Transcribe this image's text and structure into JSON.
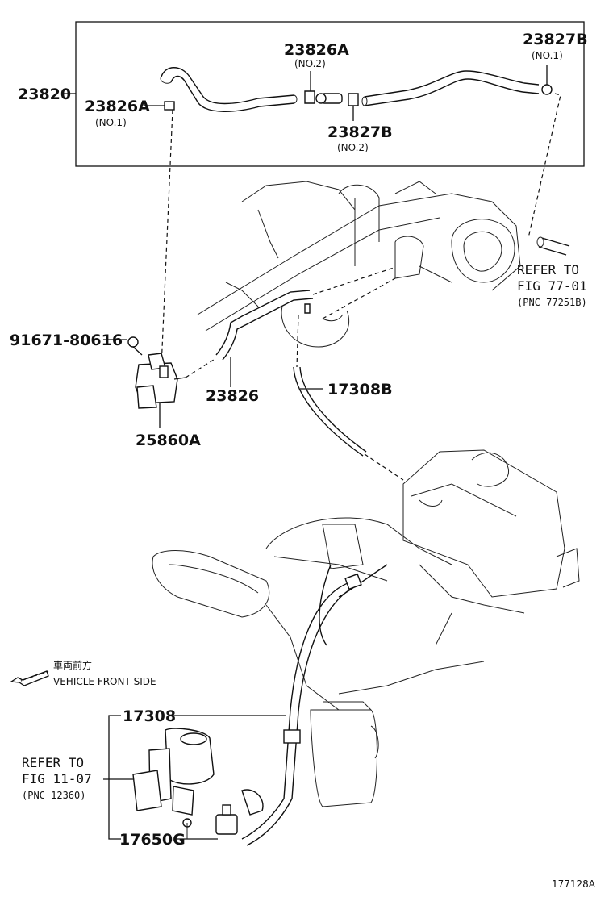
{
  "callouts": {
    "p23820": "23820",
    "p23826A_1": "23826A",
    "p23826A_1_sub": "(NO.1)",
    "p23826A_2": "23826A",
    "p23826A_2_sub": "(NO.2)",
    "p23827B_1": "23827B",
    "p23827B_1_sub": "(NO.1)",
    "p23827B_2": "23827B",
    "p23827B_2_sub": "(NO.2)",
    "p91671": "91671-80616",
    "p23826": "23826",
    "p17308B": "17308B",
    "p25860A": "25860A",
    "p17308": "17308",
    "p17650G": "17650G"
  },
  "references": {
    "ref1_line1": "REFER TO",
    "ref1_line2": "FIG 77-01",
    "ref1_line3": "(PNC 77251B)",
    "ref2_line1": "REFER TO",
    "ref2_line2": "FIG 11-07",
    "ref2_line3": "(PNC 12360)"
  },
  "direction": {
    "jp": "車両前方",
    "en": "VEHICLE FRONT SIDE",
    "icon": "arrow-left-icon"
  },
  "figure_id": "177128A"
}
